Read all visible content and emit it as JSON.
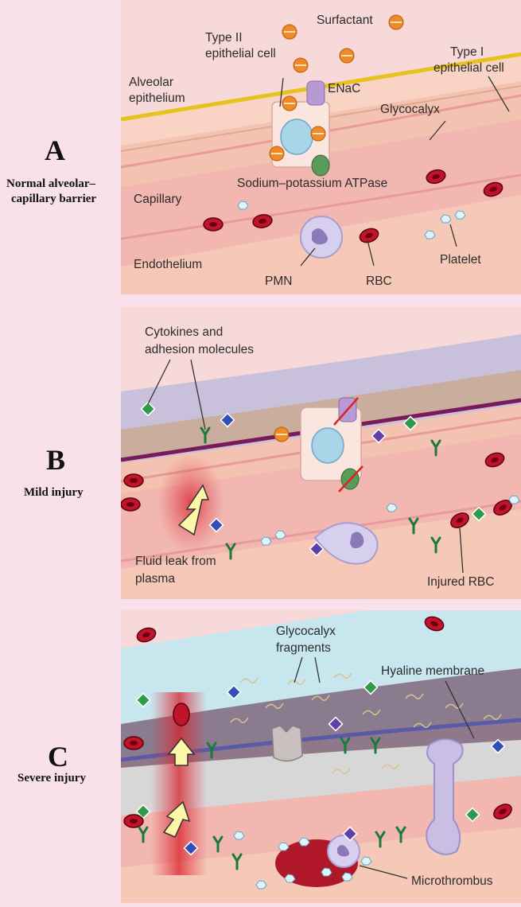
{
  "panels": [
    {
      "letter": "A",
      "caption_lines": [
        "Normal alveolar–",
        "capillary barrier"
      ],
      "labels": {
        "surfactant": "Surfactant",
        "type2": [
          "Type II",
          "epithelial cell"
        ],
        "type1": [
          "Type I",
          "epithelial cell"
        ],
        "alveolar": [
          "Alveolar",
          "epithelium"
        ],
        "enac": "ENaC",
        "glycocalyx": "Glycocalyx",
        "atpase": "Sodium–potassium ATPase",
        "capillary": "Capillary",
        "endothelium": "Endothelium",
        "pmn": "PMN",
        "rbc": "RBC",
        "platelet": "Platelet"
      }
    },
    {
      "letter": "B",
      "caption_lines": [
        "Mild injury"
      ],
      "labels": {
        "cytokines": [
          "Cytokines and",
          "adhesion molecules"
        ],
        "fluid": [
          "Fluid leak from",
          "plasma"
        ],
        "injured_rbc": "Injured RBC"
      }
    },
    {
      "letter": "C",
      "caption_lines": [
        "Severe injury"
      ],
      "labels": {
        "fragments": [
          "Glycocalyx",
          "fragments"
        ],
        "hyaline": "Hyaline membrane",
        "microthrombus": "Microthrombus"
      }
    }
  ],
  "colors": {
    "page_bg": "#f8e1ea",
    "alveolar_space": "#f8d9d9",
    "tissue": "#f6c8b8",
    "epithelium_purple": "#c9c0dc",
    "injured_space": "#c8e6ee",
    "rbc": "#c0142a",
    "surfactant": "#f08a28",
    "glycocalyx_yellow": "#e6c21c",
    "arrow_yellow": "#fff7a8"
  }
}
